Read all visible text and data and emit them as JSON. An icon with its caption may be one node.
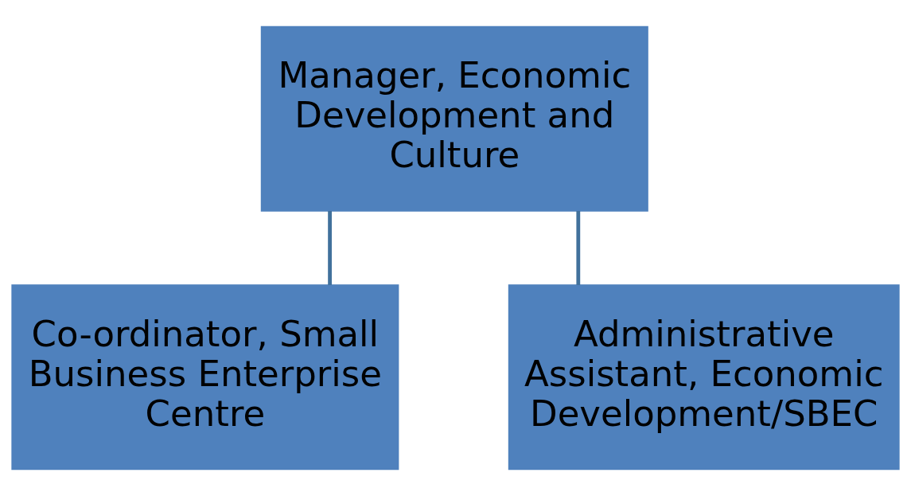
{
  "diagram": {
    "nodes": [
      {
        "text": [
          "Manager, Economic Development and Culture"
        ]
      },
      {
        "text": [
          "Co-ordinator, Small Business Enterprise Centre"
        ]
      },
      {
        "text": [
          "Administrative Assistant, Economic Development/SBEC"
        ]
      }
    ],
    "edges": [
      {
        "from": 0,
        "to": 1,
        "arrow": "none"
      },
      {
        "from": 0,
        "to": 2,
        "arrow": "none"
      }
    ]
  }
}
